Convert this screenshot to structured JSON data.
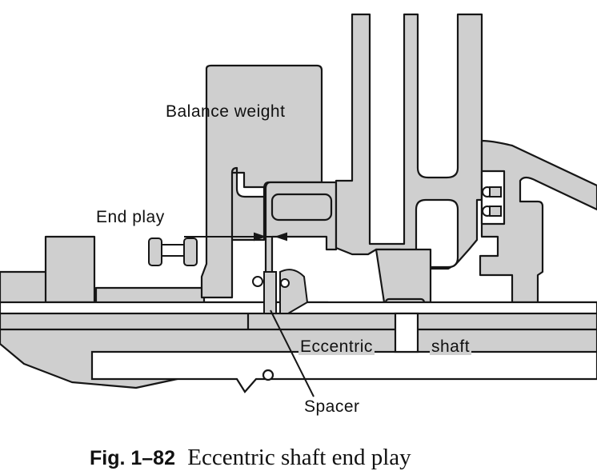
{
  "labels": {
    "balance_weight": "Balance weight",
    "end_play": "End play",
    "eccentric": "Eccentric",
    "shaft": "shaft",
    "spacer": "Spacer"
  },
  "caption": {
    "number": "Fig. 1–82",
    "title": "Eccentric shaft end play"
  },
  "colors": {
    "fill": "#cfcfcf",
    "line": "#161616",
    "background": "#ffffff"
  }
}
